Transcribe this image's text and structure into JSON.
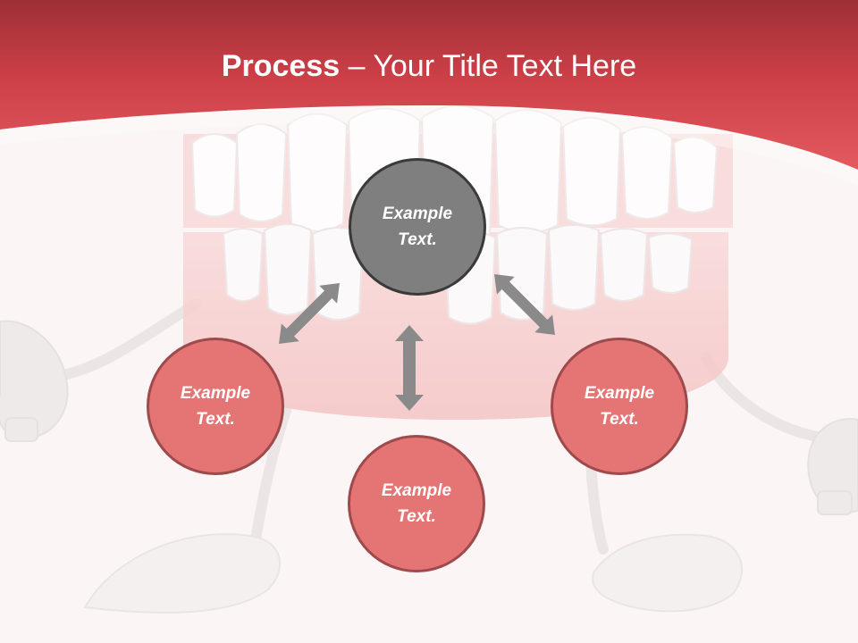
{
  "slide": {
    "title_bold": "Process",
    "title_rest": " – Your Title Text Here"
  },
  "nodes": {
    "center": {
      "line1": "Example",
      "line2": "Text."
    },
    "left": {
      "line1": "Example",
      "line2": "Text."
    },
    "bottom": {
      "line1": "Example",
      "line2": "Text."
    },
    "right": {
      "line1": "Example",
      "line2": "Text."
    }
  },
  "colors": {
    "header_red": "#d9454f",
    "center_node": "#7f7f7f",
    "outer_node": "#e57574",
    "arrow_gray": "#8a8a8a"
  }
}
